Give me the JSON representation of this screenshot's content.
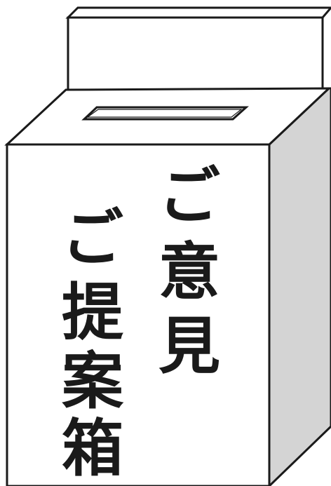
{
  "signs": {
    "opinion": {
      "chars": [
        "ご",
        "意",
        "見"
      ]
    },
    "proposal": {
      "chars": [
        "ご",
        "提",
        "案",
        "箱"
      ]
    }
  },
  "colors": {
    "outline": "#1a1a1a",
    "face": "#ffffff",
    "side": "#d4d4d4",
    "text": "#1a1a1a"
  }
}
